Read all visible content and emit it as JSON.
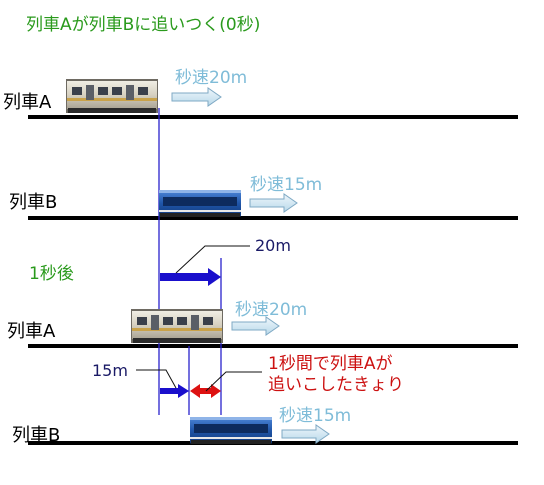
{
  "title": "列車Aが列車Bに追いつく(0秒)",
  "after_label": "1秒後",
  "scene_0": {
    "train_a": {
      "label": "列車A",
      "speed": "秒速20m"
    },
    "train_b": {
      "label": "列車B",
      "speed": "秒速15m"
    }
  },
  "scene_1": {
    "train_a": {
      "label": "列車A",
      "speed": "秒速20m",
      "distance": "20m"
    },
    "train_b": {
      "label": "列車B",
      "speed": "秒速15m",
      "distance": "15m"
    },
    "overtake_note_line1": "1秒間で列車Aが",
    "overtake_note_line2": "追いこしたきょり"
  },
  "colors": {
    "title_green": "#2a9a1c",
    "speed_lightblue": "#7fbcd8",
    "distance_navy": "#1a1a66",
    "note_red": "#cc1111",
    "arrow_blue": "#1a0fcc",
    "arrow_red": "#dd1111",
    "train_a_body": "#d8d2c2",
    "train_b_body": "#1f55a8"
  }
}
